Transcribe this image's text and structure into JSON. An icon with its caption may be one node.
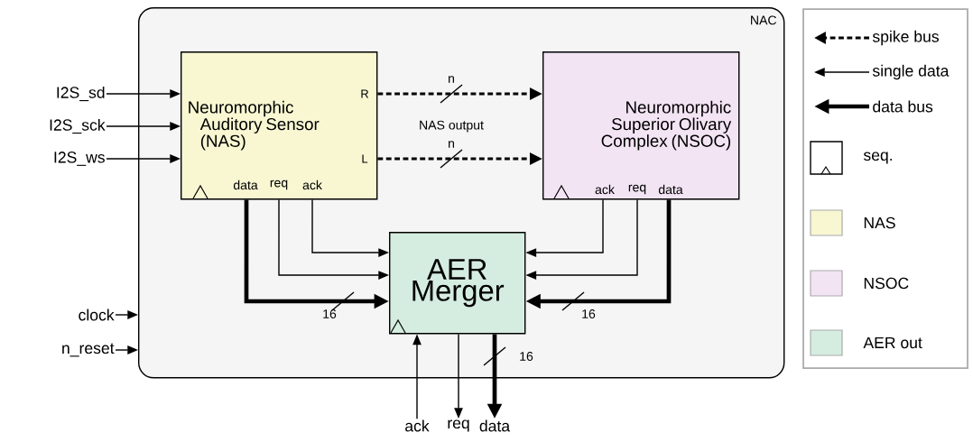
{
  "diagram": {
    "nodes": [
      {
        "text": [
          "NAC"
        ]
      },
      {
        "text": [
          "Neuromorphic Auditory Sensor (NAS)"
        ],
        "in": 0
      },
      {
        "text": [
          "Neuromorphic Superior Olivary Complex (NSOC)"
        ],
        "in": 0
      },
      {
        "text": [
          "AER Merger"
        ],
        "in": 0
      },
      {
        "text": [
          "I2S_sd"
        ]
      },
      {
        "text": [
          "I2S_sck"
        ]
      },
      {
        "text": [
          "I2S_ws"
        ]
      },
      {
        "text": [
          "clock"
        ]
      },
      {
        "text": [
          "n_reset"
        ]
      },
      {
        "text": [
          "ack"
        ]
      },
      {
        "text": [
          "req"
        ]
      },
      {
        "text": [
          "data"
        ]
      }
    ],
    "edges": [
      {
        "from": 4,
        "to": 1,
        "arrow": "to"
      },
      {
        "from": 5,
        "to": 1,
        "arrow": "to"
      },
      {
        "from": 6,
        "to": 1,
        "arrow": "to"
      },
      {
        "from": 1,
        "to": 2,
        "arrow": "to",
        "style": "dashed"
      },
      {
        "from": 1,
        "to": 2,
        "arrow": "to",
        "style": "dashed"
      },
      {
        "from": 1,
        "to": 3,
        "arrow": "to",
        "style": "thick"
      },
      {
        "from": 1,
        "to": 3,
        "arrow": "to"
      },
      {
        "from": 1,
        "to": 3,
        "arrow": "to"
      },
      {
        "from": 2,
        "to": 3,
        "arrow": "to"
      },
      {
        "from": 2,
        "to": 3,
        "arrow": "to"
      },
      {
        "from": 2,
        "to": 3,
        "arrow": "to",
        "style": "thick"
      },
      {
        "from": 7,
        "to": 0,
        "arrow": "to"
      },
      {
        "from": 8,
        "to": 0,
        "arrow": "to"
      },
      {
        "from": 9,
        "to": 3,
        "arrow": "to"
      },
      {
        "from": 3,
        "to": 10,
        "arrow": "to"
      },
      {
        "from": 3,
        "to": 11,
        "arrow": "to",
        "style": "thick"
      }
    ],
    "labels": [
      "R",
      "n",
      "NAS output",
      "L",
      "n",
      "data",
      "req",
      "ack",
      "ack",
      "req",
      "data",
      "16",
      "16",
      "16"
    ],
    "legend": [
      {
        "text": "spike bus"
      },
      {
        "text": "single data"
      },
      {
        "text": "data bus"
      },
      {
        "text": "seq."
      },
      {
        "text": "NAS",
        "color": "#f8f7d2"
      },
      {
        "text": "NSOC",
        "color": "#f3e4f4"
      },
      {
        "text": "AER out",
        "color": "#d5ede0"
      }
    ]
  }
}
